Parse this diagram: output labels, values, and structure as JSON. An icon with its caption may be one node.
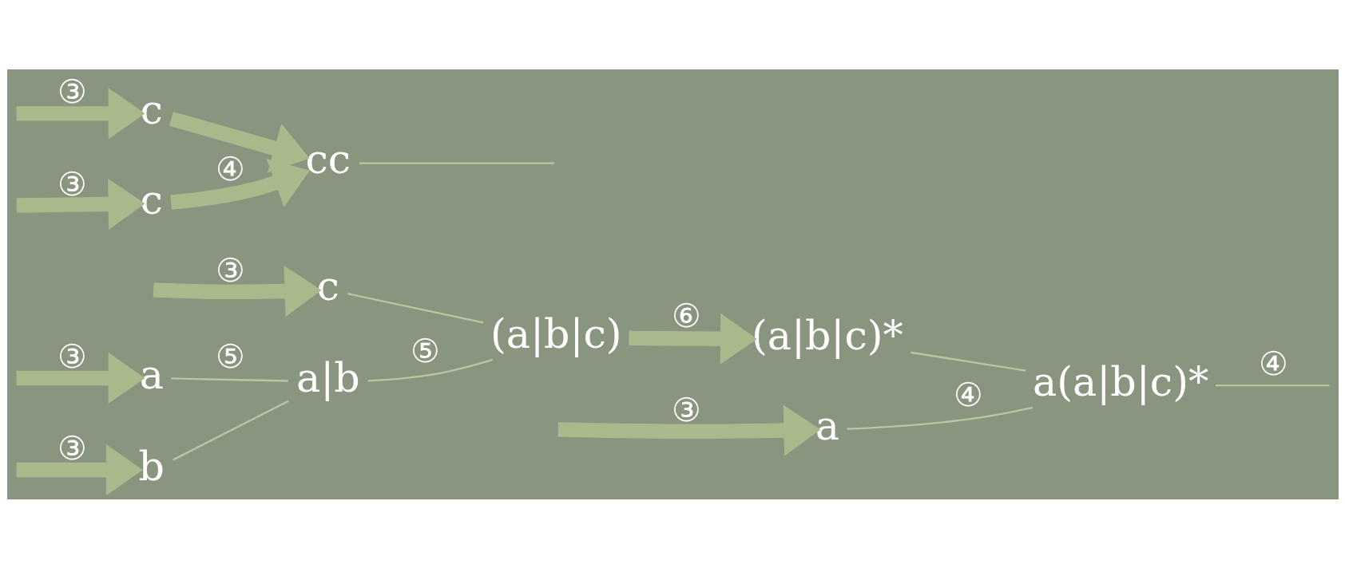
{
  "diagram": {
    "nodes": [
      {
        "text": [
          "a"
        ]
      },
      {
        "text": [
          "a"
        ]
      },
      {
        "text": [
          "b"
        ]
      },
      {
        "text": [
          "c"
        ]
      },
      {
        "text": [
          "c"
        ]
      },
      {
        "text": [
          "c"
        ]
      },
      {
        "text": [
          "a|b"
        ]
      },
      {
        "text": [
          "(a|b|c)"
        ]
      },
      {
        "text": [
          "(a|b|c)*"
        ]
      },
      {
        "text": [
          "a(a|b|c)*"
        ]
      },
      {
        "text": [
          "cc"
        ]
      }
    ],
    "edges": [
      {
        "from": null,
        "to": 0,
        "arrow": "to",
        "label": "③"
      },
      {
        "from": null,
        "to": 1,
        "arrow": "to",
        "label": "③"
      },
      {
        "from": null,
        "to": 2,
        "arrow": "to",
        "label": "③"
      },
      {
        "from": null,
        "to": 3,
        "arrow": "to",
        "label": "③"
      },
      {
        "from": null,
        "to": 4,
        "arrow": "to",
        "label": "③"
      },
      {
        "from": null,
        "to": 5,
        "arrow": "to",
        "label": "③"
      },
      {
        "from": 1,
        "to": 6,
        "arrow": "none",
        "label": "⑤"
      },
      {
        "from": 2,
        "to": 6,
        "arrow": "none"
      },
      {
        "from": 6,
        "to": 7,
        "arrow": "none",
        "label": "⑤"
      },
      {
        "from": 3,
        "to": 7,
        "arrow": "none"
      },
      {
        "from": 7,
        "to": 8,
        "arrow": "to",
        "label": "⑥"
      },
      {
        "from": 0,
        "to": 9,
        "arrow": "none",
        "label": "④"
      },
      {
        "from": 8,
        "to": 9,
        "arrow": "none"
      },
      {
        "from": 4,
        "to": 10,
        "arrow": "to",
        "label": "④"
      },
      {
        "from": 5,
        "to": 10,
        "arrow": "to"
      },
      {
        "from": 9,
        "to": null,
        "arrow": "none",
        "label": "④"
      },
      {
        "from": 10,
        "to": null,
        "arrow": "none"
      }
    ]
  }
}
